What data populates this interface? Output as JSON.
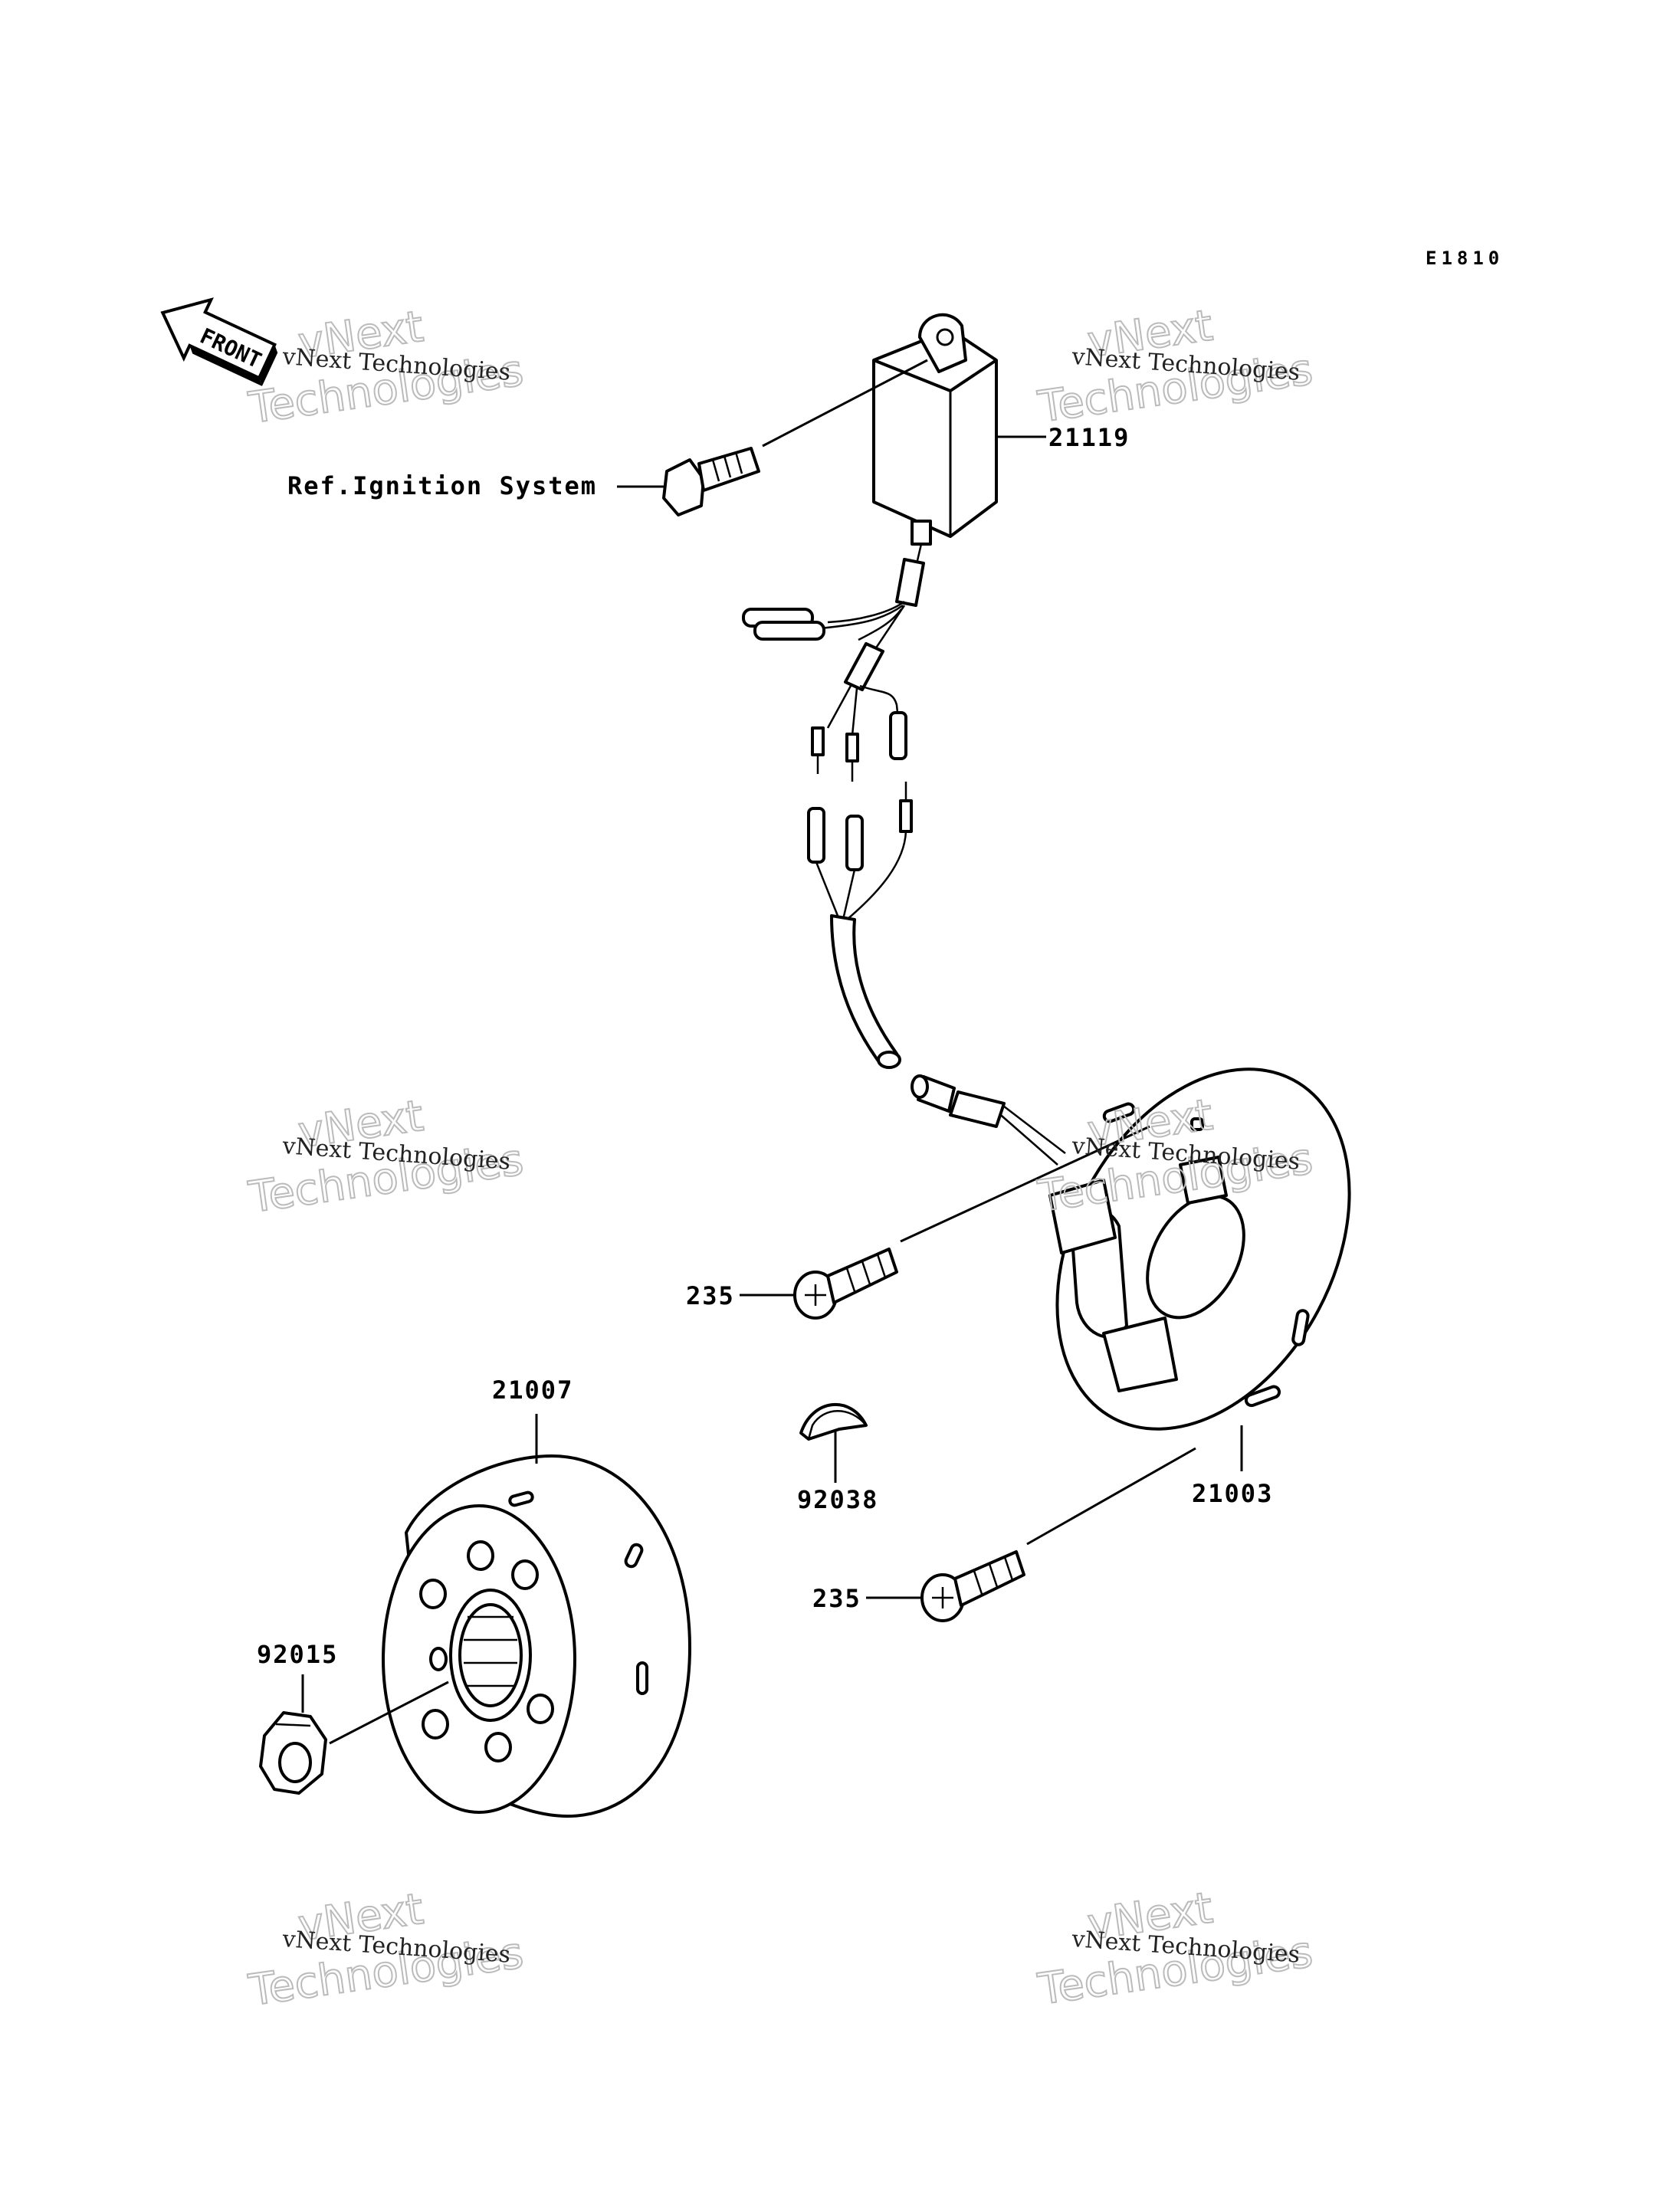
{
  "diagram": {
    "code": "E1810",
    "front_label": "FRONT",
    "ref_label": "Ref.Ignition System",
    "parts": {
      "cdi_unit": "21119",
      "bolt_upper": "235",
      "bolt_lower": "235",
      "flywheel": "21007",
      "key": "92038",
      "stator": "21003",
      "nut": "92015"
    },
    "watermark": {
      "small": "vNext Technologies",
      "big_top": "vNext",
      "big_bottom": "Technologies"
    }
  }
}
